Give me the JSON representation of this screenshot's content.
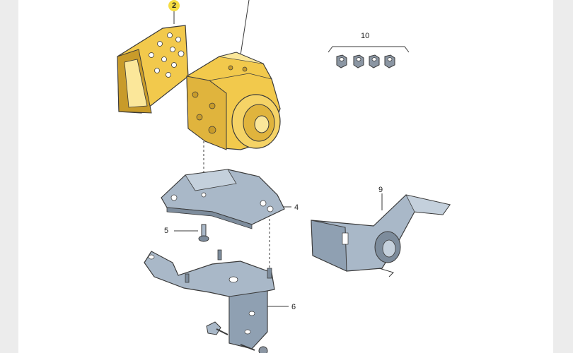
{
  "colors": {
    "part_yellow": "#f2c94c",
    "part_yellow_dark": "#c89b2a",
    "part_yellow_light": "#fbe79a",
    "metal_blue_grey": "#a9b8c8",
    "metal_dark": "#7d8c9c",
    "outline": "#3a3a3a",
    "highlight": "#f6dd42",
    "side_band": "#ececec"
  },
  "callouts": [
    {
      "id": "2",
      "label": "2",
      "highlighted": true
    },
    {
      "id": "10",
      "label": "10",
      "highlighted": false
    },
    {
      "id": "9",
      "label": "9",
      "highlighted": false
    },
    {
      "id": "4",
      "label": "4",
      "highlighted": false
    },
    {
      "id": "5",
      "label": "5",
      "highlighted": false
    },
    {
      "id": "6",
      "label": "6",
      "highlighted": false
    }
  ]
}
